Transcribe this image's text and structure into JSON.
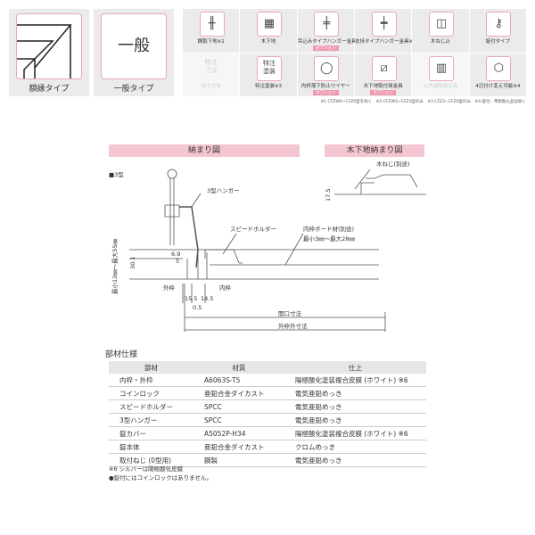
{
  "types": [
    {
      "label": "額縁タイプ"
    },
    {
      "label": "一般タイプ",
      "card_text": "一般"
    }
  ],
  "features": [
    {
      "label": "鋼製下地※1",
      "icon": "steel-frame-icon",
      "enabled": true
    },
    {
      "label": "木下地",
      "icon": "wood-frame-icon",
      "enabled": true
    },
    {
      "label": "吊込みタイプハンガー金具",
      "icon": "hanger-icon",
      "enabled": true,
      "tag": "オプション"
    },
    {
      "label": "支持タイプハンガー金具※2",
      "icon": "support-hanger-icon",
      "enabled": true
    },
    {
      "label": "木ねじ止",
      "icon": "wood-screw-icon",
      "enabled": true
    },
    {
      "label": "錠付タイプ",
      "icon": "key-icon",
      "enabled": true
    },
    {
      "label": "特注寸法",
      "icon_text": "特注\n寸法",
      "enabled": false
    },
    {
      "label": "特注塗装※3",
      "icon_text": "特注\n塗装",
      "enabled": true
    },
    {
      "label": "内枠落下防止ワイヤー",
      "icon": "wire-icon",
      "enabled": true,
      "tag": "オプション"
    },
    {
      "label": "木下地取付用金具",
      "icon": "bracket-icon",
      "enabled": true,
      "tag": "オプション"
    },
    {
      "label": "公共建築認定品",
      "icon": "building-icon",
      "enabled": false
    },
    {
      "label": "4辺付け変え可能※4",
      "icon": "box-icon",
      "enabled": true
    }
  ],
  "footnote": "※1 CFZW0~CFZ0型を除く　※2 CFZW3~CFZ3型のみ　※3 CFZ3~CFZ0型のみ　※4 錠付、準耐耐火品は除く",
  "diagram": {
    "title": "納まり図",
    "wood_title": "木下地納まり図",
    "type": "■3型",
    "labels": {
      "hanger": "3型ハンガー",
      "holder": "スピードホルダー",
      "board": "内枠ボード材(別途)",
      "board_range": "最小3㎜～最大28㎜",
      "thickness": "最小12㎜～最大55㎜",
      "h30": "30.1",
      "d69": "6.9",
      "d5": "5",
      "outer": "外枠",
      "inner": "内枠",
      "d155": "15.5",
      "d145": "14.5",
      "d05": "0.5",
      "opening": "開口寸法",
      "outer_dim": "外枠外寸法",
      "screw": "木ねじ(別途)",
      "d175": "17.5"
    }
  },
  "spec": {
    "title": "部材仕様",
    "headers": [
      "部材",
      "材質",
      "仕上"
    ],
    "rows": [
      [
        "内枠・外枠",
        "A6063S-T5",
        "陽極酸化塗装複合皮膜 (ホワイト) ※6"
      ],
      [
        "コインロック",
        "亜鉛合金ダイカスト",
        "電気亜鉛めっき"
      ],
      [
        "スピードホルダー",
        "SPCC",
        "電気亜鉛めっき"
      ],
      [
        "3型ハンガー",
        "SPCC",
        "電気亜鉛めっき"
      ],
      [
        "錠カバー",
        "A5052P-H34",
        "陽極酸化塗装複合皮膜 (ホワイト) ※6"
      ],
      [
        "錠本体",
        "亜鉛合金ダイカスト",
        "クロムめっき"
      ],
      [
        "取付ねじ (0型用)",
        "鋼製",
        "電気亜鉛めっき"
      ]
    ]
  },
  "notes": [
    "※6 シルバーは陽極酸化皮膜",
    "●錠付にはコインロックはありません。"
  ]
}
